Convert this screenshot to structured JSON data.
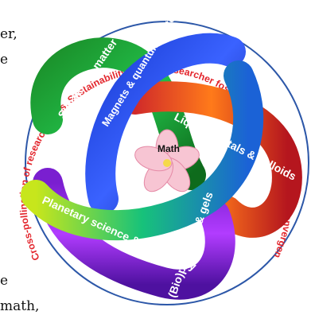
{
  "ring_text": "Cross-pollination of research fields. Sustainability. Young researcher fostering. Innovation. Diversity. Convergence of knowledge. University reforms. Global peace.",
  "center_label": "Math",
  "strand_labels": [
    "Subatomic matter",
    "Magnets & quantum systems",
    "Liquid crystals & colloids",
    "(Bio)polymers & gels",
    "Planetary science & cosmology"
  ],
  "clipped_text": {
    "line1": "er,",
    "line2": "e",
    "line3": "e",
    "line4": "math,"
  },
  "colors": {
    "ring_text": "#e3262d",
    "circle": "#2c57a8",
    "label": "#ffffff",
    "math_label": "#111111",
    "flower": "#f7c5d3",
    "flower_edge": "#e58aa6"
  }
}
